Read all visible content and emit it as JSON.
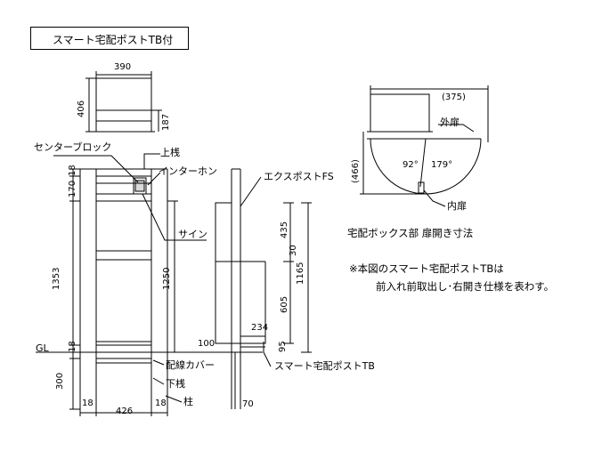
{
  "title": "スマート宅配ポストTB付",
  "labels": {
    "center_block": "センターブロック",
    "top_rail": "上桟",
    "intercom": "インターホン",
    "sign": "サイン",
    "wiring_cover": "配線カバー",
    "bottom_rail": "下桟",
    "pillar": "柱",
    "ground_line": "GL",
    "ex_post": "エクスポストFS",
    "smart_post": "スマート宅配ポストTB",
    "outer_door": "外扉",
    "inner_door": "内扉"
  },
  "dimensions": {
    "top_width": "390",
    "top_height": "406",
    "top_lower": "187",
    "top18": "18",
    "d170": "170",
    "d1353": "1353",
    "d1250": "1250",
    "gl18": "18",
    "d300": "300",
    "bottom18_left": "18",
    "d426": "426",
    "bottom18_right": "18",
    "d435": "435",
    "d30": "30",
    "d1165": "1165",
    "d605": "605",
    "d234": "234",
    "d100": "100",
    "d95": "95",
    "d70": "70",
    "d375": "(375)",
    "d466": "(466)",
    "angle92": "92°",
    "angle179": "179°"
  },
  "section_caption": "宅配ボックス部 扉開き寸法",
  "notes": {
    "line1": "※本図のスマート宅配ポストTBは",
    "line2": "前入れ前取出し･右開き仕様を表わす。"
  }
}
